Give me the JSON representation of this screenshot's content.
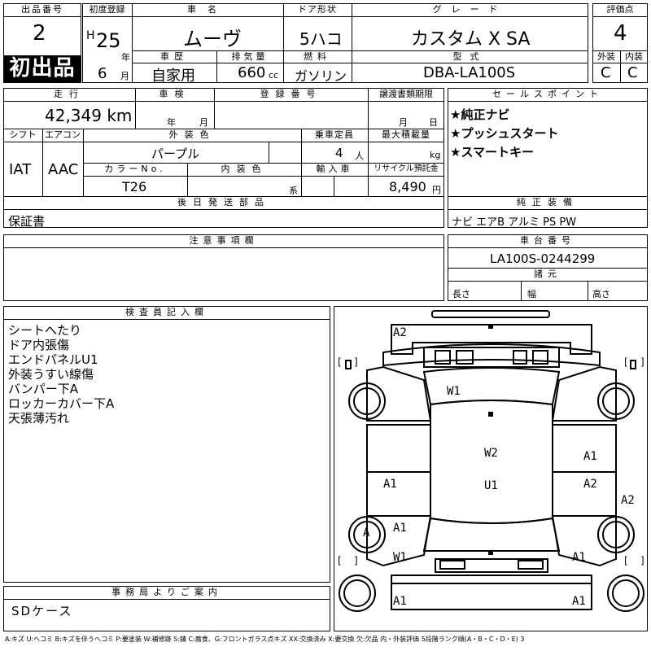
{
  "header": {
    "lot_no_label": "出品番号",
    "lot_no": "2",
    "first_listing": "初出品",
    "reg_label": "初度登録",
    "reg_era": "H",
    "reg_year": "25",
    "reg_year_unit": "年",
    "reg_month": "6",
    "reg_month_unit": "月",
    "car_name_label": "車名",
    "car_name": "ムーヴ",
    "door_label": "ドア形状",
    "door": "5ハコ",
    "grade_label": "グレード",
    "grade": "カスタム X SA",
    "score_label": "評価点",
    "score": "4",
    "history_label": "車歴",
    "history": "自家用",
    "displacement_label": "排気量",
    "displacement": "660",
    "displacement_unit": "cc",
    "fuel_label": "燃料",
    "fuel": "ガソリン",
    "model_label": "型式",
    "model": "DBA-LA100S",
    "exterior_label": "外装",
    "exterior": "C",
    "interior_label": "内装",
    "interior": "C"
  },
  "row2": {
    "mileage_label": "走行",
    "mileage": "42,349 km",
    "inspection_label": "車検",
    "inspection_year_unit": "年",
    "inspection_month_unit": "月",
    "plate_label": "登録番号",
    "transfer_label": "譲渡書類期限",
    "transfer_month_unit": "月",
    "transfer_day_unit": "日",
    "shift_label": "シフト",
    "shift": "IAT",
    "ac_label": "エアコン",
    "ac": "AAC",
    "color_label": "外装色",
    "color": "パープル",
    "seats_label": "乗車定員",
    "seats": "4",
    "seats_unit": "人",
    "load_label": "最大積載量",
    "load_unit": "kg",
    "color_no_label": "カラーNo.",
    "color_no": "T26",
    "int_color_label": "内装色",
    "int_color_unit": "系",
    "import_label": "輸入車",
    "recycle_label": "リサイクル預託金",
    "recycle": "8,490",
    "recycle_unit": "円",
    "later_label": "後日発送部品",
    "later": "保証書"
  },
  "sales": {
    "label": "セールスポイント",
    "points": [
      "★純正ナビ",
      "★プッシュスタート",
      "★スマートキー"
    ],
    "genuine_label": "純正装備",
    "genuine": "ナビ エアB アルミ PS PW"
  },
  "notes": {
    "label": "注意事項欄"
  },
  "chassis": {
    "label": "車台番号",
    "number": "LA100S-0244299",
    "dims_label": "諸元",
    "length": "長さ",
    "width": "幅",
    "height": "高さ"
  },
  "inspector": {
    "label": "検査員記入欄",
    "lines": [
      "シートへたり",
      "ドア内張傷",
      "エンドパネルU1",
      "外装うすい線傷",
      "バンパー下A",
      "ロッカーカバー下A",
      "天張薄汚れ"
    ]
  },
  "office": {
    "label": "事務局よりご案内",
    "text": "SDケース"
  },
  "diagram": {
    "marks": {
      "front_bumper": "A2",
      "windshield": "W1",
      "roof": "W2",
      "front_door_left": "A1",
      "rear_door_left": "A1",
      "roof_center": "U1",
      "front_door_right": "A1",
      "rear_door_right": "A2",
      "right_side": "A2",
      "left_rocker": "A1",
      "left_wheel": "A",
      "rear_glass": "W1",
      "right_rocker": "A1",
      "rear_bumper_left": "A1",
      "rear_bumper_right": "A1"
    }
  },
  "legend": "A:キズ U:ヘコミ B:キズを伴うヘコミ P:要塗装 W:補修跡 S:錆 C:腐食、G:フロントガラス点キズ XX:交換済み X:要交換 欠:欠品 内・外装評価 5段階ランク順(A・B・C・D・E) 3"
}
